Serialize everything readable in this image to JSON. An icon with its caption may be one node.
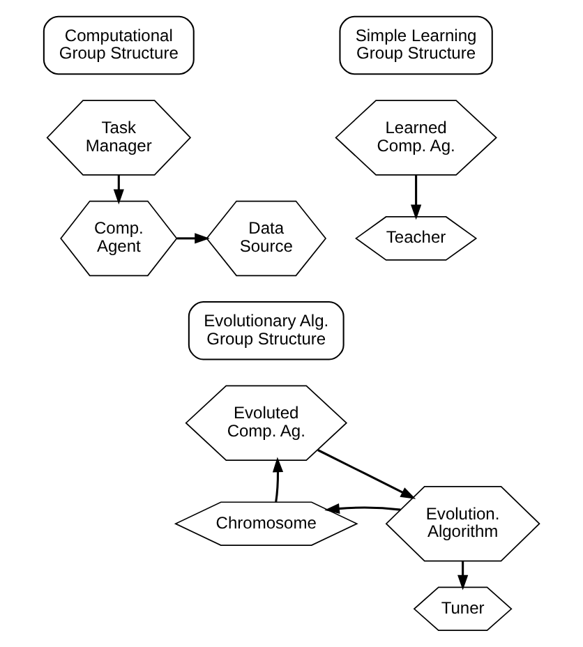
{
  "diagram": {
    "nodes": [
      {
        "text": [
          "Computational Group Structure"
        ]
      },
      {
        "text": [
          "Task Manager"
        ]
      },
      {
        "text": [
          "Comp. Agent"
        ]
      },
      {
        "text": [
          "Data Source"
        ]
      },
      {
        "text": [
          "Simple Learning Group Structure"
        ]
      },
      {
        "text": [
          "Learned Comp. Ag."
        ]
      },
      {
        "text": [
          "Teacher"
        ]
      },
      {
        "text": [
          "Evolutionary Alg. Group Structure"
        ]
      },
      {
        "text": [
          "Evoluted Comp. Ag."
        ]
      },
      {
        "text": [
          "Chromosome"
        ]
      },
      {
        "text": [
          "Evolution. Algorithm"
        ]
      },
      {
        "text": [
          "Tuner"
        ]
      }
    ],
    "edges": [
      {
        "from": 1,
        "to": 2,
        "arrow": "to"
      },
      {
        "from": 2,
        "to": 3,
        "arrow": "to"
      },
      {
        "from": 5,
        "to": 6,
        "arrow": "to"
      },
      {
        "from": 8,
        "to": 10,
        "arrow": "to"
      },
      {
        "from": 10,
        "to": 9,
        "arrow": "to"
      },
      {
        "from": 9,
        "to": 8,
        "arrow": "to"
      },
      {
        "from": 10,
        "to": 11,
        "arrow": "to"
      }
    ]
  }
}
